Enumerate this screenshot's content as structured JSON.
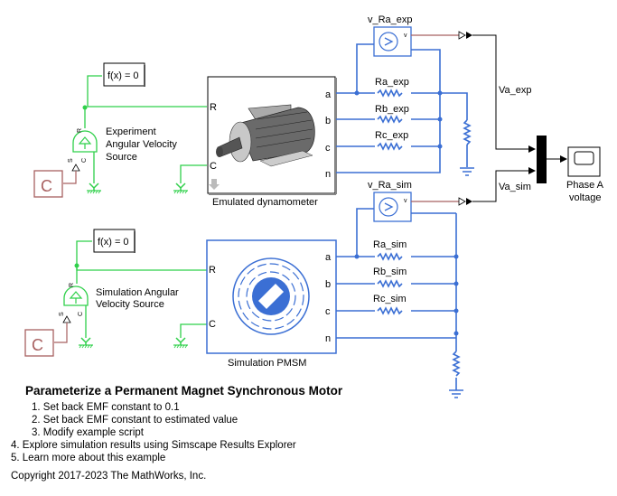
{
  "blocks": {
    "fx_top": "f(x) = 0",
    "fx_bottom": "f(x) = 0",
    "const_top": "C",
    "const_bottom": "C",
    "exp_source_label_1": "Experiment",
    "exp_source_label_2": "Angular Velocity",
    "exp_source_label_3": "Source",
    "sim_source_label_1": "Simulation Angular",
    "sim_source_label_2": "Velocity Source",
    "dyno_label": "Emulated dynamometer",
    "pmsm_label": "Simulation PMSM",
    "v_ra_exp": "v_Ra_exp",
    "v_ra_sim": "v_Ra_sim",
    "ra_exp": "Ra_exp",
    "rb_exp": "Rb_exp",
    "rc_exp": "Rc_exp",
    "ra_sim": "Ra_sim",
    "rb_sim": "Rb_sim",
    "rc_sim": "Rc_sim",
    "va_exp": "Va_exp",
    "va_sim": "Va_sim",
    "scope_label_1": "Phase A",
    "scope_label_2": "voltage"
  },
  "ports": {
    "R": "R",
    "C": "C",
    "a": "a",
    "b": "b",
    "c": "c",
    "n": "n",
    "S": "S",
    "v": "v",
    "plus": "+",
    "minus": "-"
  },
  "annotation": {
    "title": "Parameterize a Permanent Magnet Synchronous Motor",
    "items": [
      "1. Set back EMF constant to 0.1",
      "2. Set back EMF constant to estimated value",
      "3. Modify example script",
      "4. Explore simulation results using Simscape Results Explorer",
      "5. Learn more about this example"
    ],
    "copyright": "Copyright 2017-2023 The MathWorks, Inc."
  },
  "colors": {
    "mechanical": "#2fd04a",
    "electrical": "#3b6fd4",
    "signal": "#000000",
    "physical_signal": "#a86060"
  }
}
